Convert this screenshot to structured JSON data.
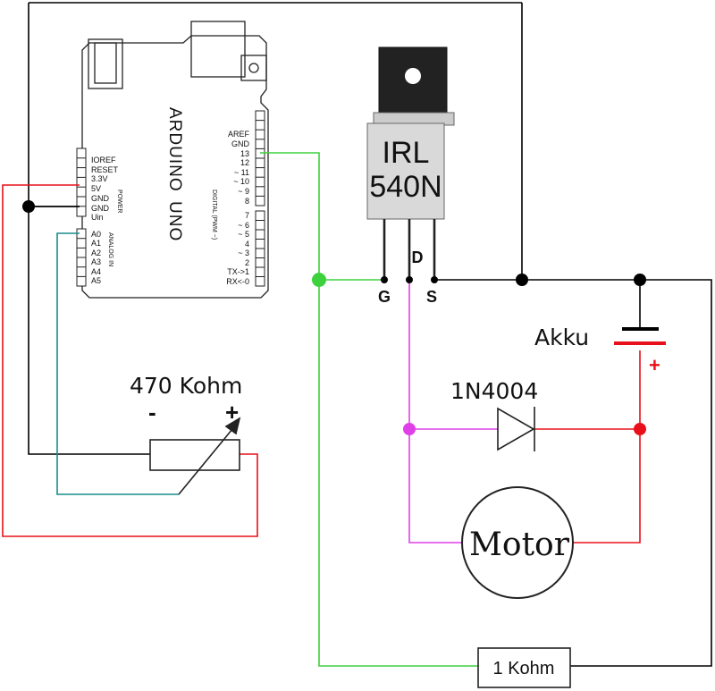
{
  "arduino": {
    "name_line1": "ARDUINO",
    "name_line2": "UNO",
    "power_header": [
      "IOREF",
      "RESET",
      "3.3V",
      "5V",
      "GND",
      "GND",
      "Uin"
    ],
    "power_group_label": "POWER",
    "analog_header": [
      "A0",
      "A1",
      "A2",
      "A3",
      "A4",
      "A5"
    ],
    "analog_group_label": "ANALOG IN",
    "digital_header": [
      "AREF",
      "GND",
      "13",
      "12",
      "~ 11",
      "~ 10",
      "~ 9",
      "8",
      "7",
      "~ 6",
      "~ 5",
      "4",
      "~ 3",
      "2",
      "TX->1",
      "RX<-0"
    ],
    "digital_group_label": "DIGITAL (PWM ~)"
  },
  "mosfet": {
    "line1": "IRL",
    "line2": "540N",
    "pin_g": "G",
    "pin_d": "D",
    "pin_s": "S"
  },
  "potentiometer": {
    "value": "470 Kohm",
    "minus": "-",
    "plus": "+"
  },
  "battery": {
    "label": "Akku",
    "plus": "+"
  },
  "diode": {
    "label": "1N4004"
  },
  "motor": {
    "label": "Motor"
  },
  "resistor": {
    "label": "1 Kohm"
  },
  "colors": {
    "ground": "#000000",
    "five_volt": "#e8101a",
    "signal_analog": "#1a8c8c",
    "signal_gate": "#3ed13e",
    "drain": "#e040e8",
    "battery_plus": "#e8101a"
  }
}
